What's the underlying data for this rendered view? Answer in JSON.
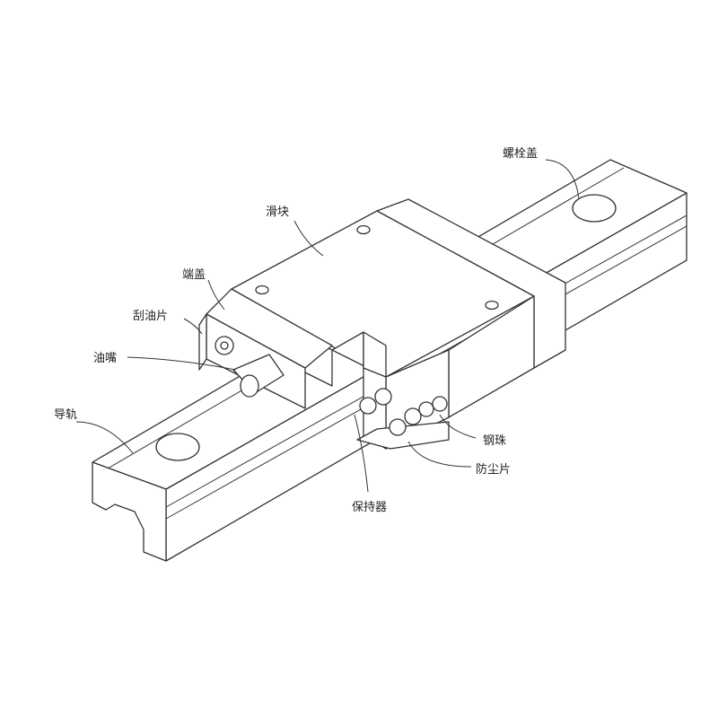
{
  "title": "直线导轨结构示意图",
  "labels": {
    "bolt_cap": "螺栓盖",
    "slider": "滑块",
    "end_cap": "端盖",
    "wiper": "刮油片",
    "grease_nipple": "油嘴",
    "rail": "导轨",
    "steel_ball": "钢珠",
    "dust_seal": "防尘片",
    "retainer": "保持器"
  }
}
